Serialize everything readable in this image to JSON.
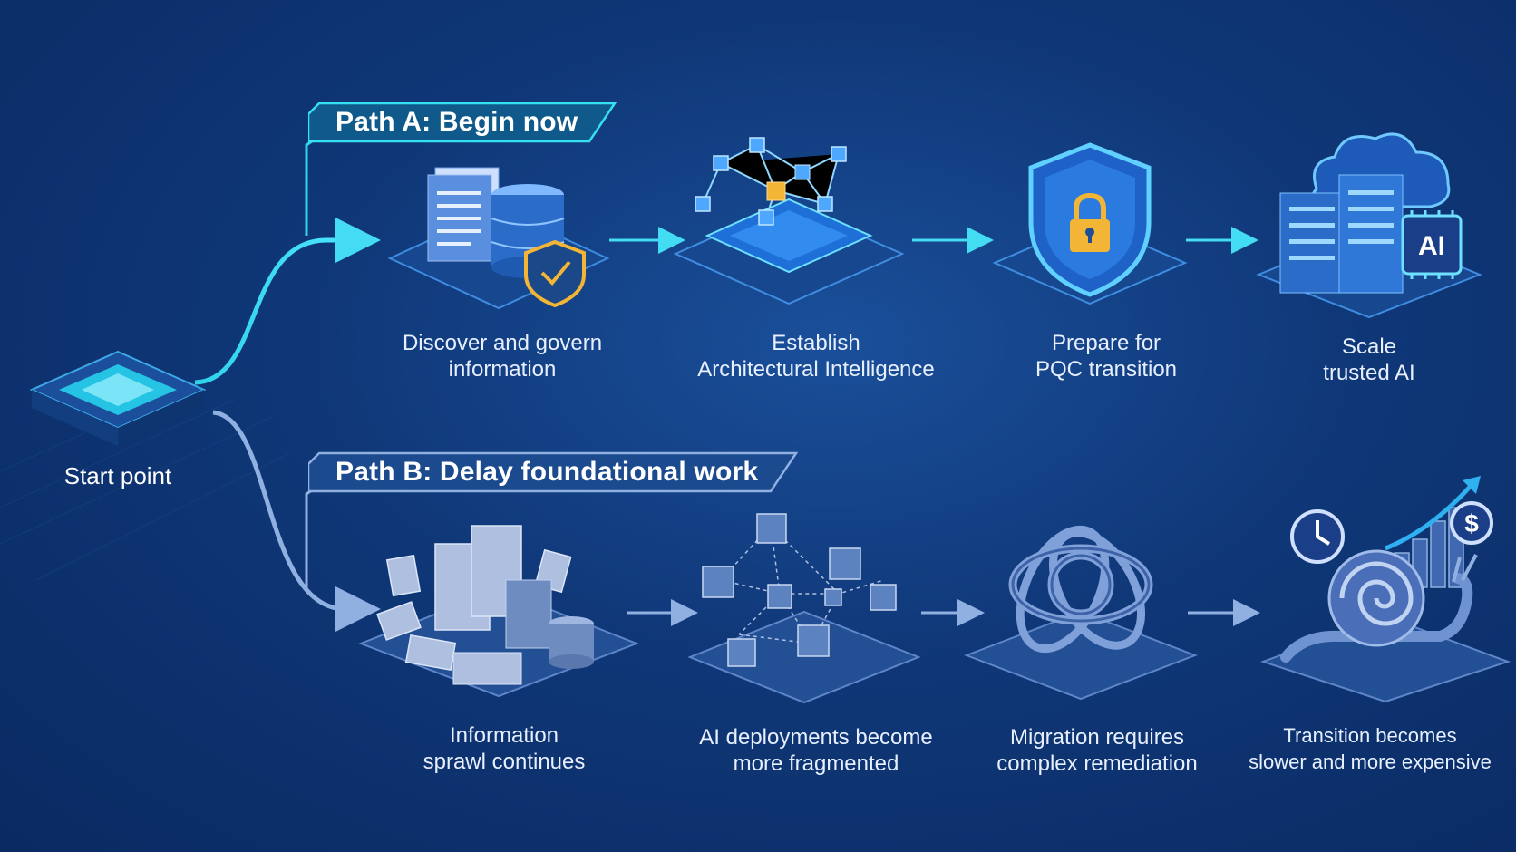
{
  "start": {
    "label": "Start point"
  },
  "path_a": {
    "title": "Path A: Begin now",
    "steps": [
      {
        "line1": "Discover and govern",
        "line2": "information"
      },
      {
        "line1": "Establish",
        "line2": "Architectural Intelligence"
      },
      {
        "line1": "Prepare for",
        "line2": "PQC transition"
      },
      {
        "line1": "Scale",
        "line2": "trusted AI",
        "badge": "AI"
      }
    ]
  },
  "path_b": {
    "title": "Path B: Delay foundational work",
    "steps": [
      {
        "line1": "Information",
        "line2": "sprawl continues"
      },
      {
        "line1": "AI deployments become",
        "line2": "more fragmented"
      },
      {
        "line1": "Migration requires",
        "line2": "complex remediation"
      },
      {
        "line1": "Transition becomes",
        "line2": "slower and more expensive",
        "badge": "$"
      }
    ]
  },
  "colors": {
    "path_a_accent": "#35e0f0",
    "path_b_accent": "#8fb0e0",
    "gold": "#f2b535"
  }
}
